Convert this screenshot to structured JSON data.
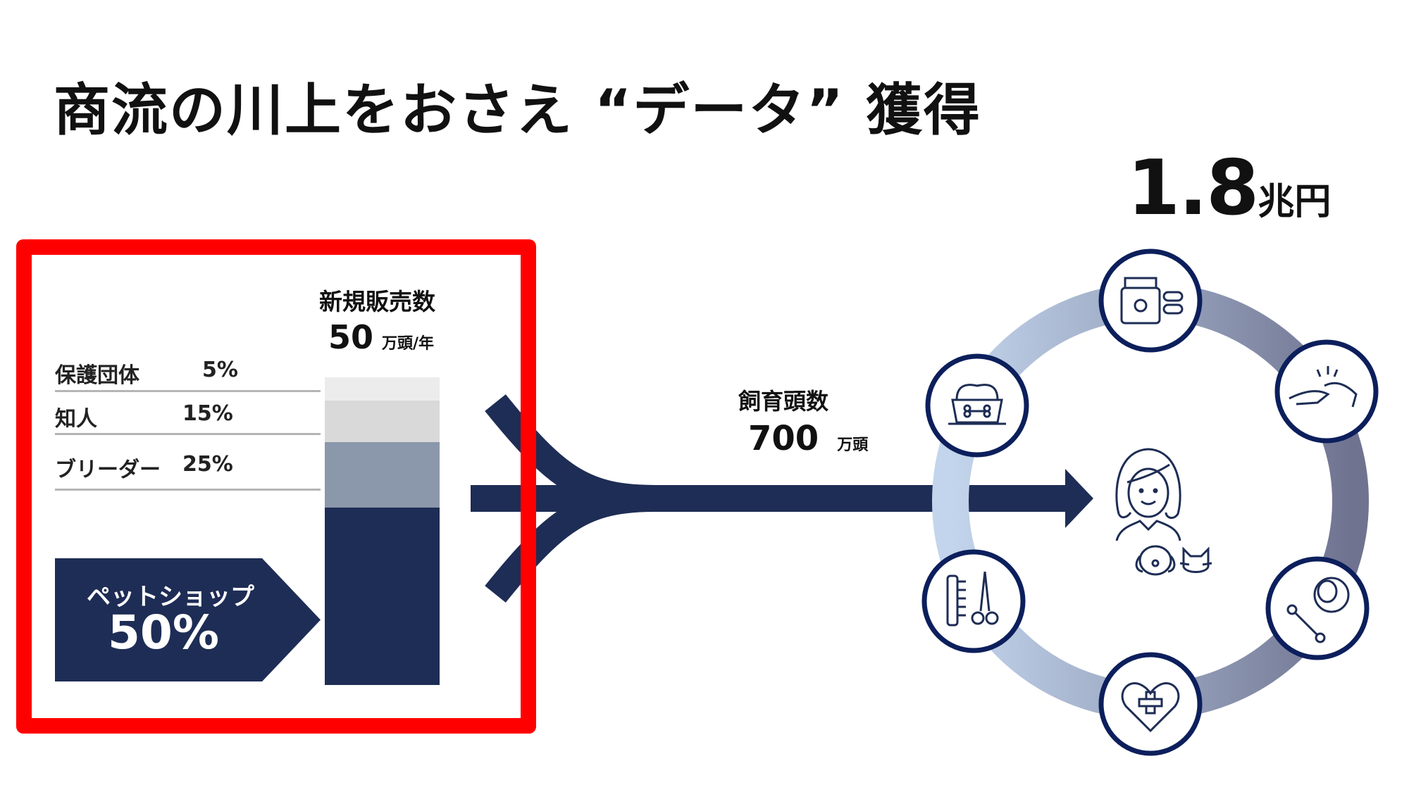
{
  "title": "商流の川上をおさえ “データ” 獲得",
  "market_size": {
    "value": "1.8",
    "unit": "兆円"
  },
  "new_sales": {
    "title": "新規販売数",
    "value": "50",
    "unit": "万頭/年"
  },
  "channels": [
    {
      "name": "保護団体",
      "pct": "5%",
      "color": "#ececec"
    },
    {
      "name": "知人",
      "pct": "15%",
      "color": "#d9d9d9"
    },
    {
      "name": "ブリーダー",
      "pct": "25%",
      "color": "#8b97aa"
    },
    {
      "name": "ペットショップ",
      "pct": "50%",
      "color": "#1e2d55"
    }
  ],
  "ownership": {
    "title": "飼育頭数",
    "value": "700",
    "unit": "万頭"
  },
  "services": [
    "medicine-icon",
    "training-icon",
    "toy-icon",
    "health-icon",
    "grooming-icon",
    "food-icon"
  ],
  "colors": {
    "navy": "#1e2d55",
    "highlight": "#ff0000",
    "ring_light": "#b8cce6",
    "ring_dark": "#75798f"
  }
}
